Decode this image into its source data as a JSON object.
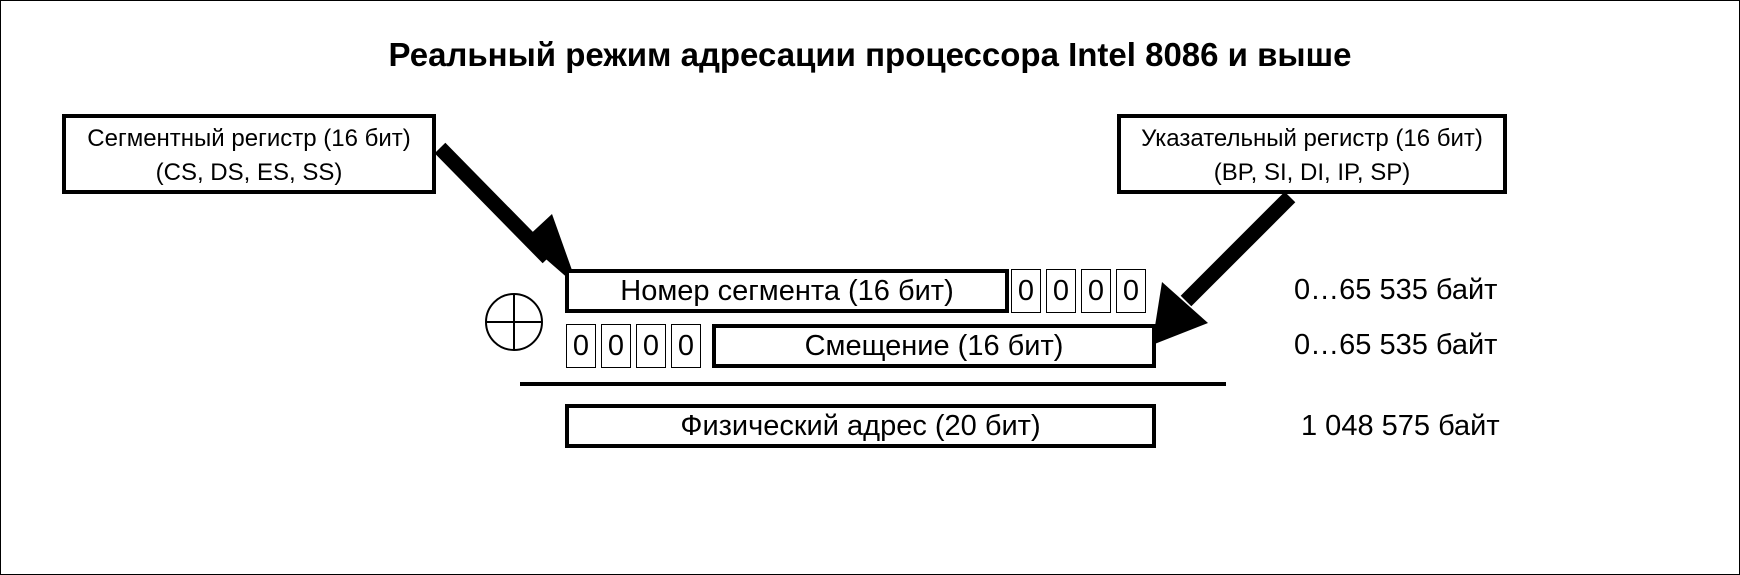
{
  "title": "Реальный режим адресации процессора Intel 8086 и выше",
  "segment_register": {
    "line1": "Сегментный регистр (16 бит)",
    "line2": "(CS, DS, ES, SS)"
  },
  "pointer_register": {
    "line1": "Указательный регистр (16 бит)",
    "line2": "(BP, SI, DI, IP, SP)"
  },
  "segment_number": {
    "label": "Номер сегмента (16 бит)",
    "padding_bits": [
      "0",
      "0",
      "0",
      "0"
    ],
    "range": "0…65 535 байт"
  },
  "offset": {
    "padding_bits": [
      "0",
      "0",
      "0",
      "0"
    ],
    "label": "Смещение (16 бит)",
    "range": "0…65 535 байт"
  },
  "physical_address": {
    "label": "Физический адрес (20 бит)",
    "range": "1 048 575 байт"
  },
  "operator": "plus-circle"
}
